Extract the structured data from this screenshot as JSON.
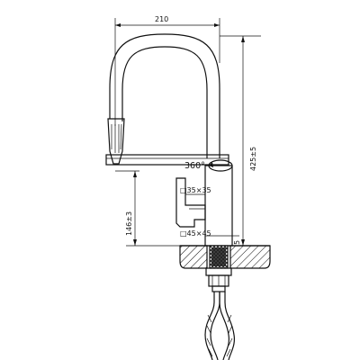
{
  "diagram": {
    "dimensions": {
      "width_top": "210",
      "height_total": "425±5",
      "height_spout": "146±3",
      "rotation": "360°",
      "handle_square": "□35×35",
      "base_square": "□45×45",
      "base_thickness": "5"
    },
    "colors": {
      "line": "#111111",
      "background": "#ffffff",
      "countertop_hatch": "#111111"
    }
  }
}
